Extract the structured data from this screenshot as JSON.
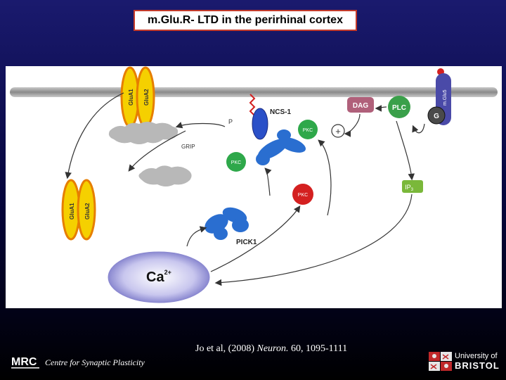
{
  "title": "m.Glu.R- LTD in the perirhinal cortex",
  "citation": {
    "authors": "Jo et al",
    "year": ", (2008) ",
    "journal": "Neuron.",
    "details": " 60, 1095-1111"
  },
  "footer": {
    "mrc_logo": "MRC",
    "centre_label": "Centre for Synaptic Plasticity",
    "university_line1": "University of",
    "university_line2": "BRISTOL"
  },
  "diagram_labels": {
    "glua1": "GluA1",
    "glua2": "GluA2",
    "mglu5": "m.Glu5",
    "dag": "DAG",
    "plc": "PLC",
    "g": "G",
    "ncs1": "NCS-1",
    "p": "P",
    "grip": "GRIP",
    "pkc": "PKC",
    "plus": "+",
    "ip3": "IP",
    "ip3_sub": "3",
    "pick1": "PICK1",
    "ca": "Ca",
    "ca_sup": "2+"
  },
  "colors": {
    "background_top": "#1a1a6e",
    "title_border": "#c43a2a",
    "receptor_fill": "#f5d000",
    "receptor_outline": "#e67e00",
    "membrane": "#9a9a9a",
    "dag": "#b0607a",
    "plc": "#3aa04a",
    "mglu5": "#4a4aa8",
    "protein_blue": "#2a6ed0",
    "pkc_green": "#2ea84a",
    "pkc_red": "#d42020",
    "ip3": "#7ab83a",
    "calcium": "#9a98d8"
  }
}
